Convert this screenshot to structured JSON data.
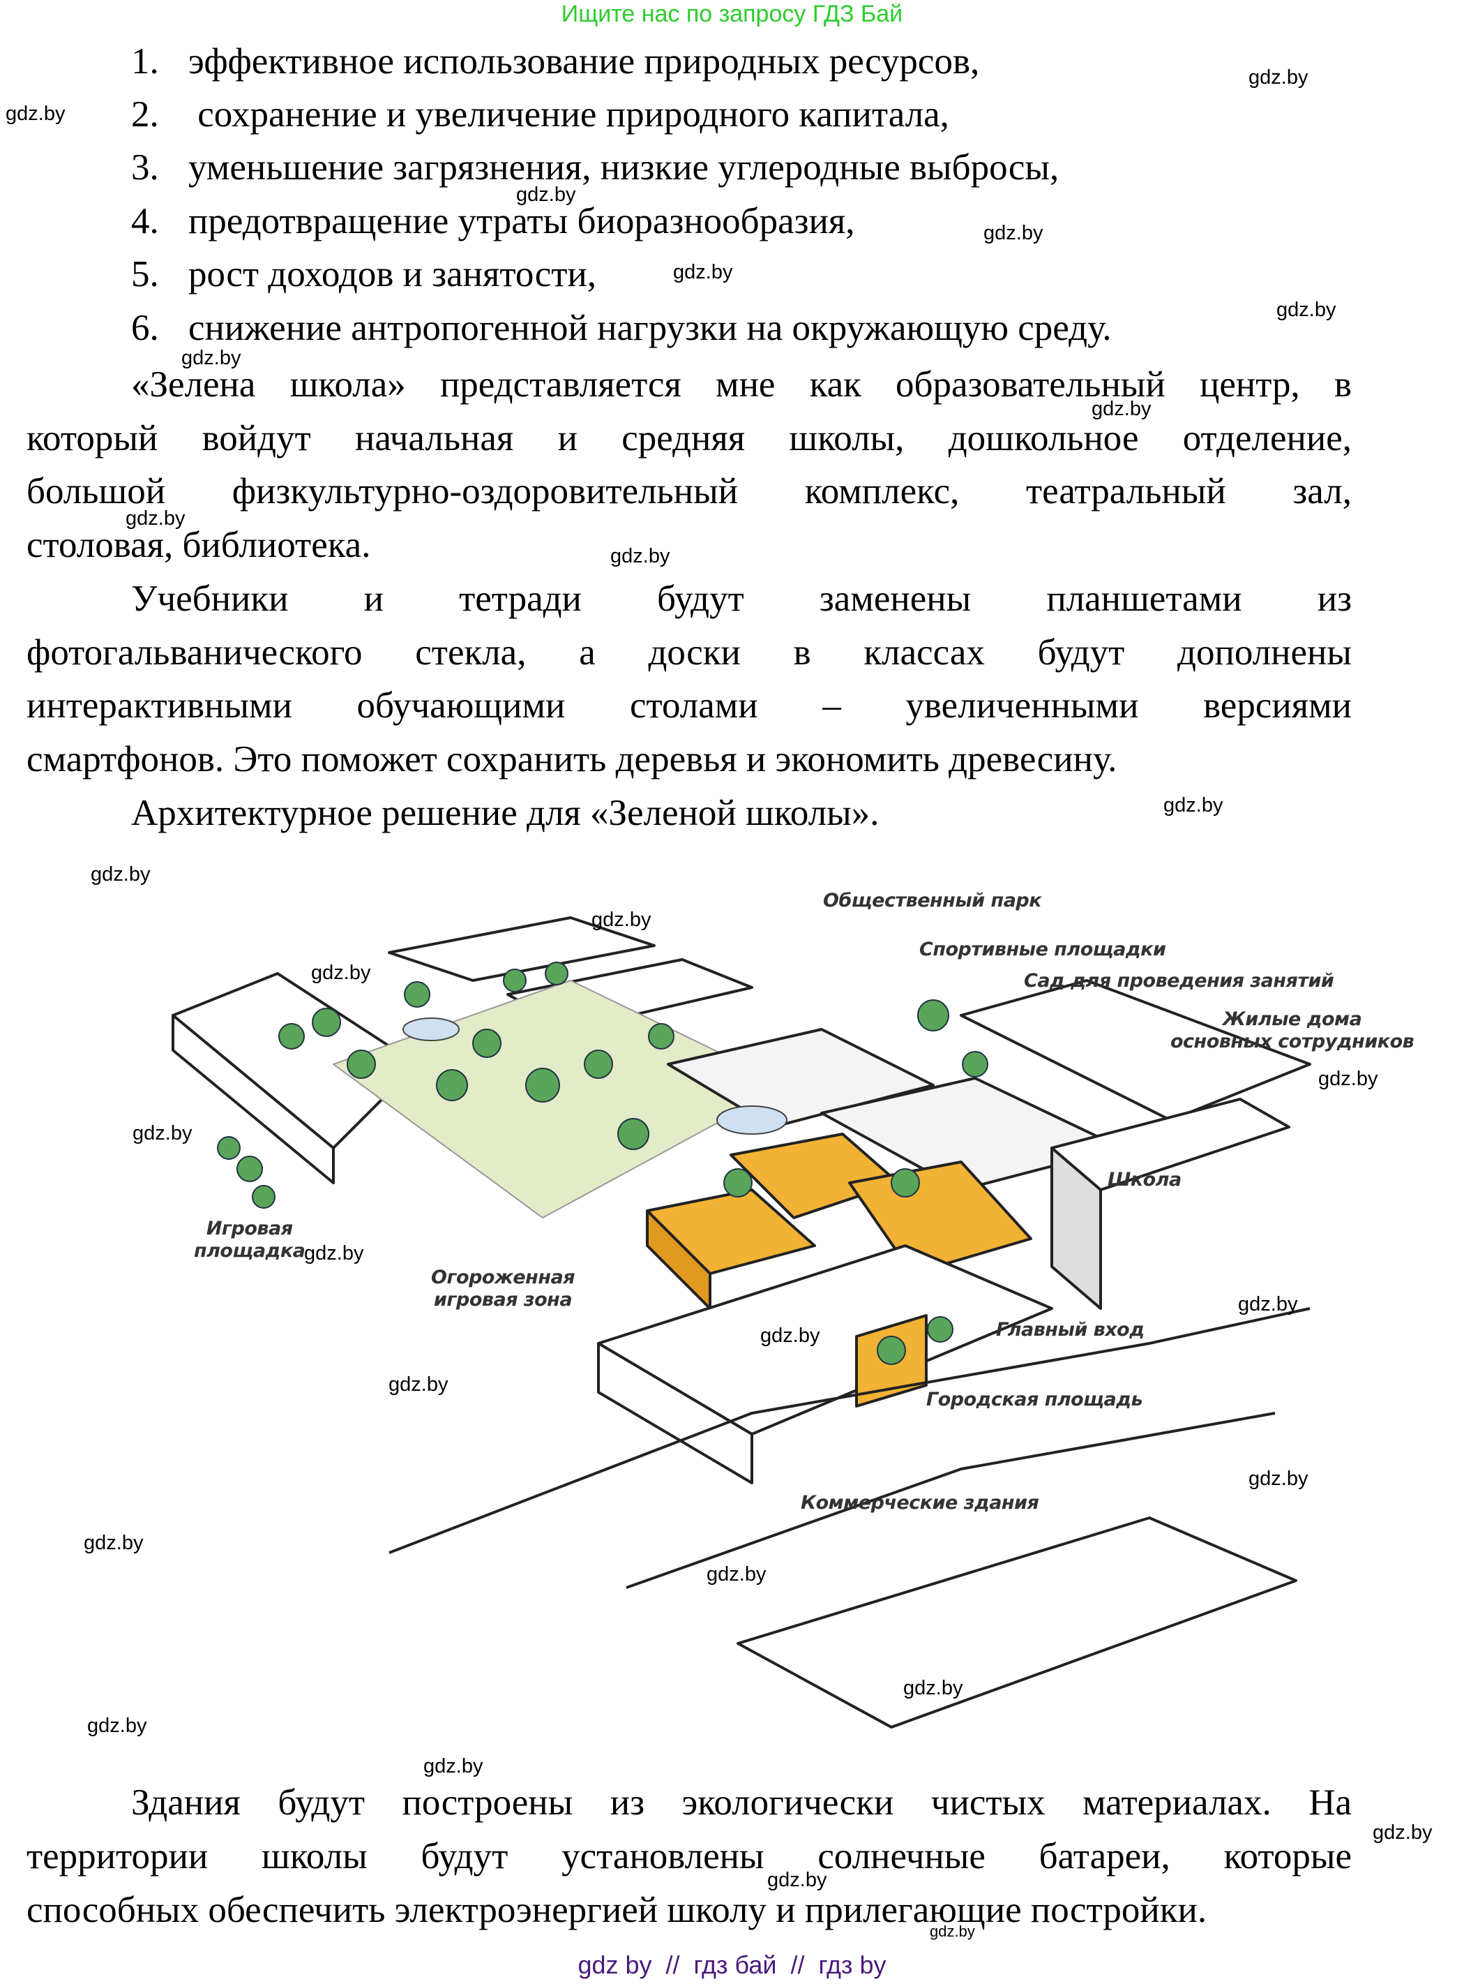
{
  "banner": "Ищите нас по запросу ГДЗ Бай",
  "list": [
    {
      "num": "1.",
      "text": "эффективное использование природных ресурсов,"
    },
    {
      "num": "2.",
      "text": " сохранение и увеличение природного капитала,"
    },
    {
      "num": "3.",
      "text": "уменьшение загрязнения, низкие углеродные выбросы,"
    },
    {
      "num": "4.",
      "text": "предотвращение утраты биоразнообразия,"
    },
    {
      "num": "5.",
      "text": "рост доходов и занятости,"
    },
    {
      "num": "6.",
      "text": "снижение антропогенной нагрузки на окружающую среду."
    }
  ],
  "paragraphs": {
    "p1_l1": "«Зелена школа» представляется мне как образовательный центр, в",
    "p1_l2": "который войдут начальная и средняя школы, дошкольное отделение,",
    "p1_l3": "большой физкультурно-оздоровительный комплекс, театральный зал,",
    "p1_l4": "столовая, библиотека.",
    "p2_l1": "Учебники и тетради будут заменены планшетами из",
    "p2_l2": "фотогальванического стекла, а доски в классах будут дополнены",
    "p2_l3": "интерактивными обучающими столами – увеличенными версиями",
    "p2_l4": "смартфонов. Это поможет сохранить деревья и экономить древесину.",
    "p3": "Архитектурное решение для «Зеленой школы».",
    "p4_l1": "Здания будут построены из экологически чистых материалах. На",
    "p4_l2": "территории школы будут установлены солнечные батареи, которые",
    "p4_l3": "способных обеспечить электроэнергией школу и прилегающие постройки."
  },
  "diagram_labels": {
    "public_park": "Общественный парк",
    "sports": "Спортивные площадки",
    "garden": "Сад для проведения занятий",
    "housing_1": "Жилые дома",
    "housing_2": "основных сотрудников",
    "school": "Школа",
    "playground_1": "Игровая",
    "playground_2": "площадка",
    "fenced_1": "Огороженная",
    "fenced_2": "игровая зона",
    "main_entrance": "Главный вход",
    "city_square": "Городская площадь",
    "commercial": "Коммерческие здания"
  },
  "watermark": "gdz.by",
  "footer": "gdz by  //  гдз бай  //  гдз by",
  "colors": {
    "banner": "#2ecc2e",
    "footer": "#4b1a7d",
    "green": "#5aa55a",
    "orange": "#f2b233",
    "lightgreen": "#e3ecc8"
  }
}
